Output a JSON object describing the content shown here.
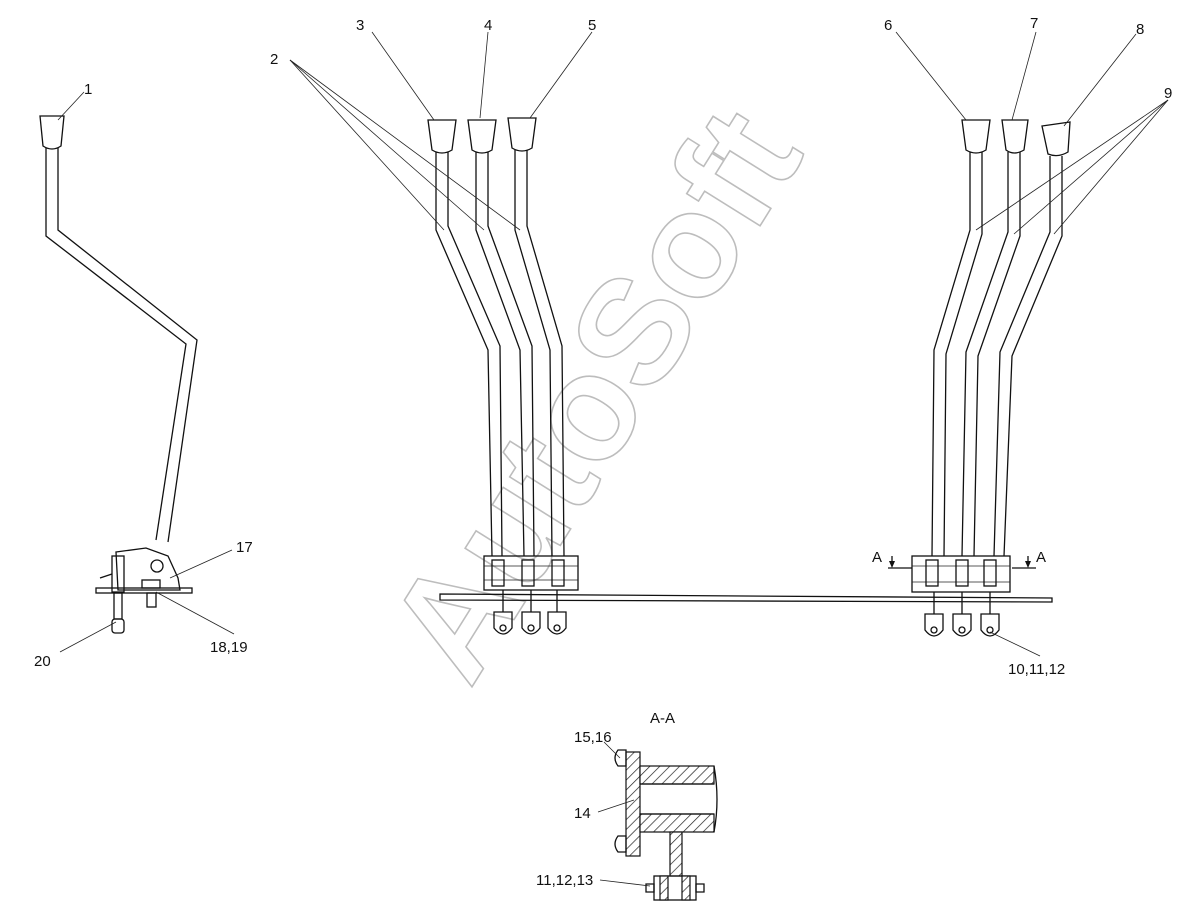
{
  "watermark": "AutoSoft",
  "section_title": "A-A",
  "section_marks": {
    "left": "A",
    "right": "A"
  },
  "callouts": {
    "c1": "1",
    "c2": "2",
    "c3": "3",
    "c4": "4",
    "c5": "5",
    "c6": "6",
    "c7": "7",
    "c8": "8",
    "c9": "9",
    "c10": "10,11,12",
    "c17": "17",
    "c18": "18,19",
    "c20": "20",
    "c14": "14",
    "c15": "15,16",
    "c11": "11,12,13"
  }
}
